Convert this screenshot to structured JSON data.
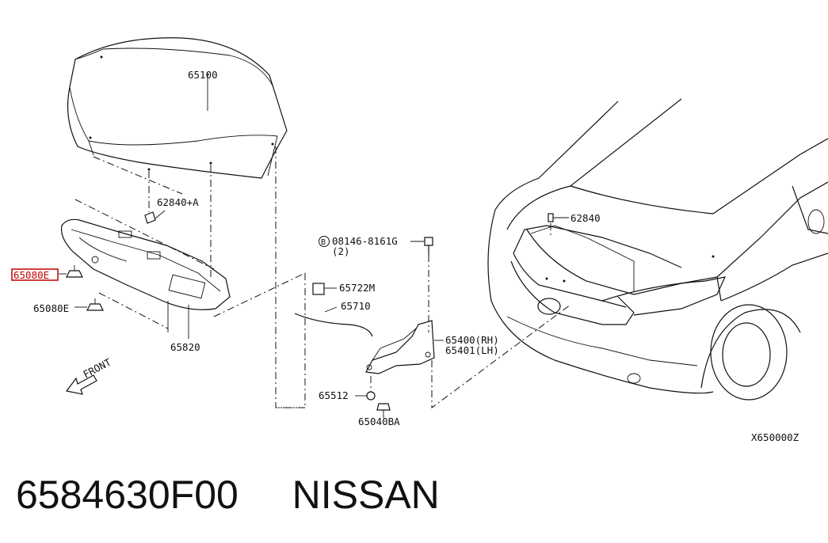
{
  "labels": {
    "hood": "65100",
    "clip_a": "62840+A",
    "highlighted": "65080E",
    "grommet": "65080E",
    "insulator": "65820",
    "bolt_code": "B",
    "bolt": "08146-8161G",
    "bolt_qty": "(2)",
    "cable_end": "65722M",
    "cable": "65710",
    "hinge_rh": "65400(RH)",
    "hinge_lh": "65401(LH)",
    "nut": "65512",
    "bumper": "65040BA",
    "clip_b": "62840",
    "front": "FRONT",
    "drawing_code": "X650000Z"
  },
  "caption": {
    "part_number": "6584630F00",
    "brand": "NISSAN"
  },
  "colors": {
    "highlight": "#c00000",
    "line": "#111111"
  }
}
